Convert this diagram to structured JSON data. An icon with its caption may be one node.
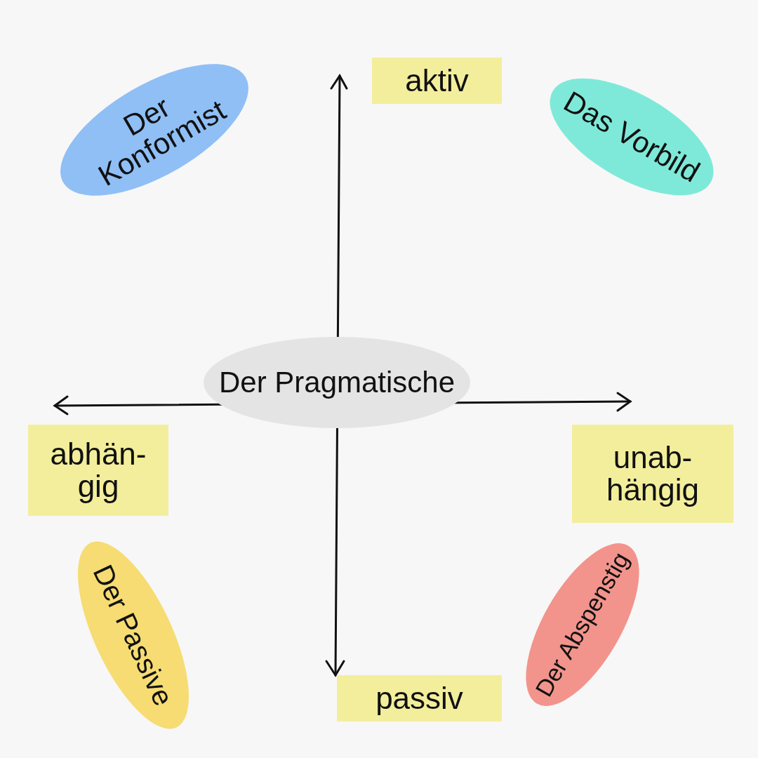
{
  "diagram": {
    "nodes": [
      {
        "text": [
          "Der Konformist"
        ]
      },
      {
        "text": [
          "aktiv"
        ]
      },
      {
        "text": [
          "Das Vorbild"
        ]
      },
      {
        "text": [
          "Der Pragmatische"
        ]
      },
      {
        "text": [
          "abhän- gig"
        ]
      },
      {
        "text": [
          "unab- hängig"
        ]
      },
      {
        "text": [
          "Der Passive"
        ]
      },
      {
        "text": [
          "Der Abspenstig"
        ]
      },
      {
        "text": [
          "passiv"
        ]
      }
    ]
  }
}
